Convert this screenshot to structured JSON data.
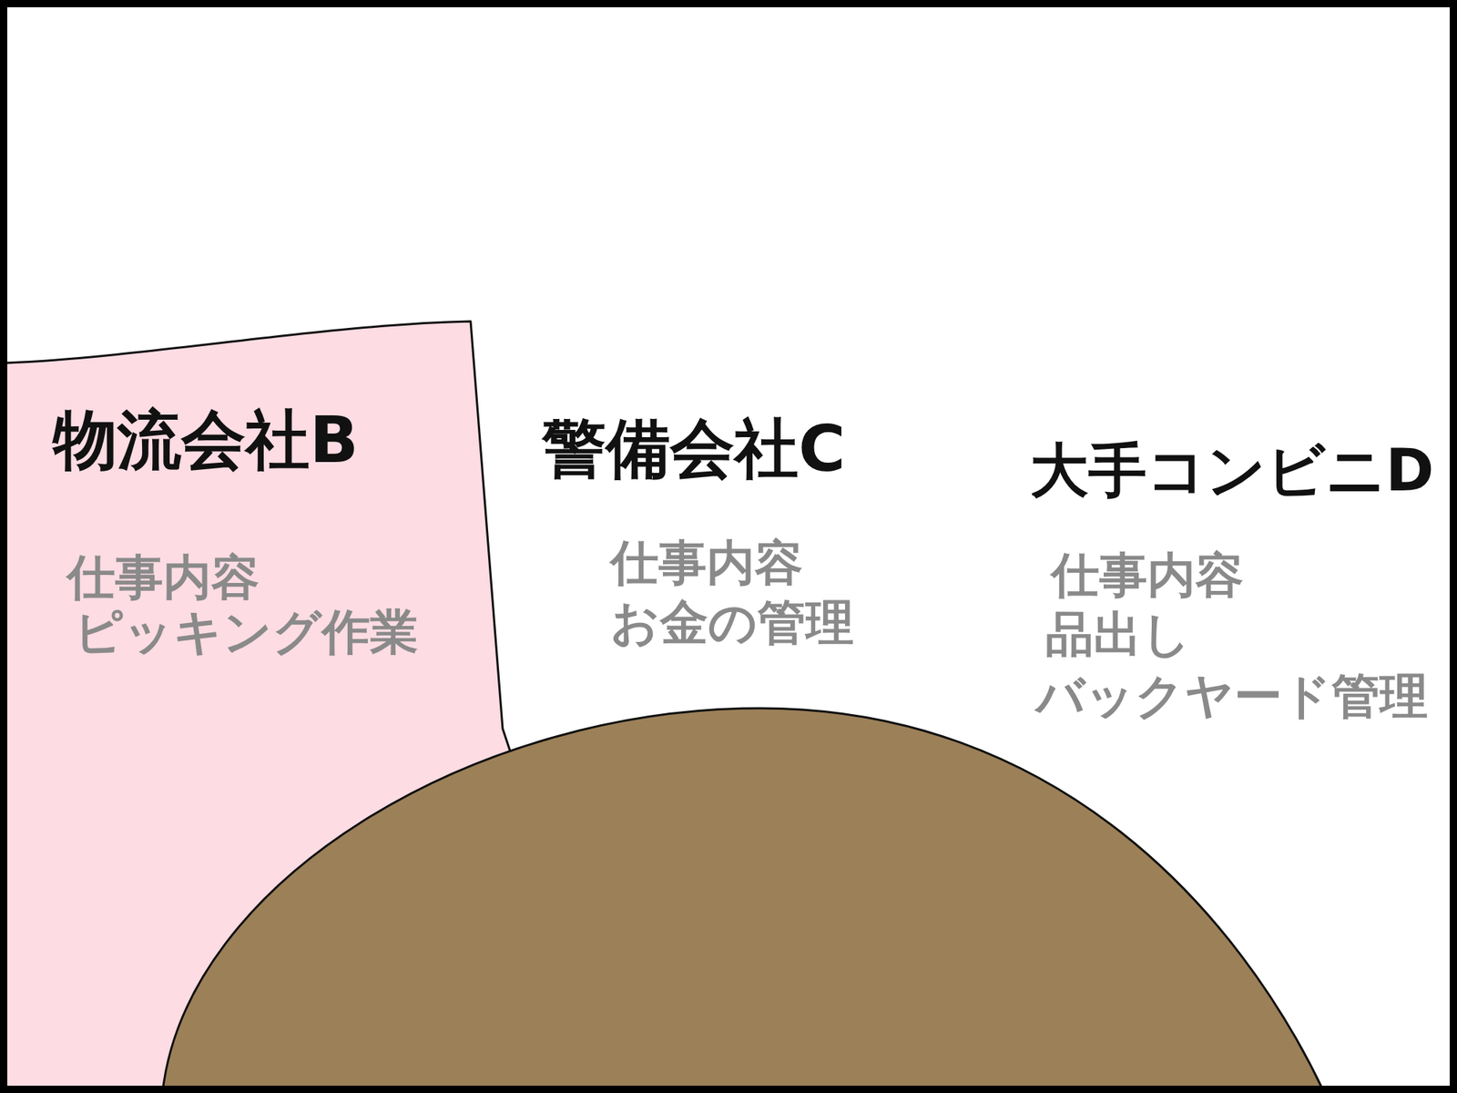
{
  "diagram": {
    "nodes": [
      {
        "text": [
          "物流会社B",
          "仕事内容",
          "ピッキング作業"
        ]
      },
      {
        "text": [
          "警備会社C",
          "仕事内容",
          "お金の管理"
        ]
      },
      {
        "text": [
          "大手コンビニD",
          "仕事内容",
          "品出し",
          "バックヤード管理"
        ]
      }
    ]
  }
}
